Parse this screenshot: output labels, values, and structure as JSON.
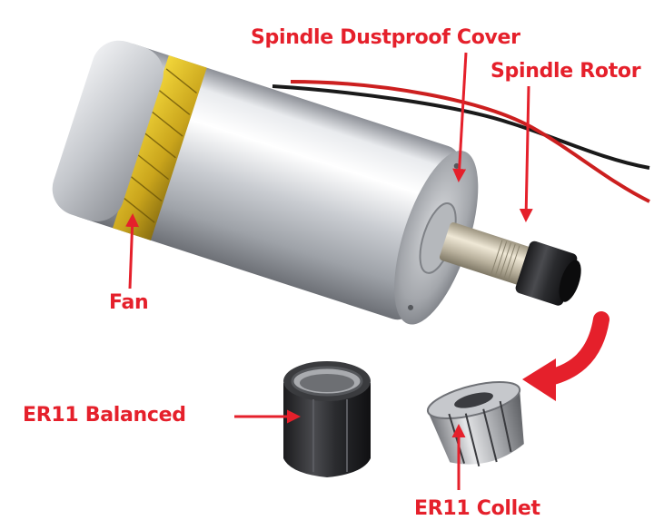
{
  "labels": {
    "dustproof_cover": "Spindle Dustproof Cover",
    "rotor": "Spindle Rotor",
    "fan": "Fan",
    "nut": "ER11 Balanced",
    "collet": "ER11 Collet"
  },
  "colors": {
    "annotation": "#e5202b",
    "background": "#ffffff"
  }
}
